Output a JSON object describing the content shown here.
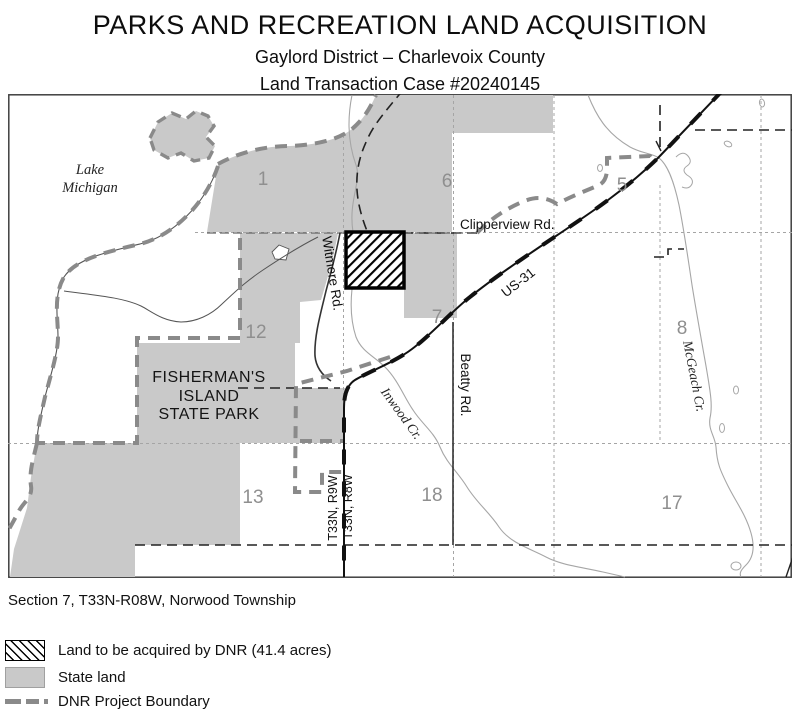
{
  "title": {
    "line1": "PARKS AND RECREATION LAND ACQUISITION",
    "line2": "Gaylord District – Charlevoix County",
    "line3": "Land Transaction Case #20240145"
  },
  "map": {
    "labels": {
      "lake": {
        "line1": "Lake",
        "line2": "Michigan"
      },
      "park": {
        "line1": "FISHERMAN'S",
        "line2": "ISLAND",
        "line3": "STATE PARK"
      },
      "sections": {
        "s1": "1",
        "s5": "5",
        "s6": "6",
        "s7": "7",
        "s8": "8",
        "s12": "12",
        "s13": "13",
        "s17": "17",
        "s18": "18"
      },
      "roads": {
        "clipperview": "Clipperview Rd.",
        "us31": "US-31",
        "witmere": "Witmere Rd.",
        "beatty": "Beatty Rd."
      },
      "creeks": {
        "inwood": "Inwood Cr.",
        "mcgeach": "McGeach Cr."
      },
      "townships": {
        "west": "T33N, R9W",
        "east": "T33N, R8W"
      }
    }
  },
  "caption": "Section 7, T33N-R08W, Norwood Township",
  "legend": {
    "items": [
      {
        "swatch": "hatched",
        "label": "Land to be acquired by DNR (41.4 acres)"
      },
      {
        "swatch": "gray-fill",
        "label": "State land"
      },
      {
        "swatch": "dashed-line",
        "label": "DNR Project Boundary"
      }
    ]
  },
  "colors": {
    "state_land": "#c9c9c9",
    "dnr_boundary": "#8a8a8a",
    "section_label": "#8f8f8f",
    "parcel_outline": "#000000"
  }
}
